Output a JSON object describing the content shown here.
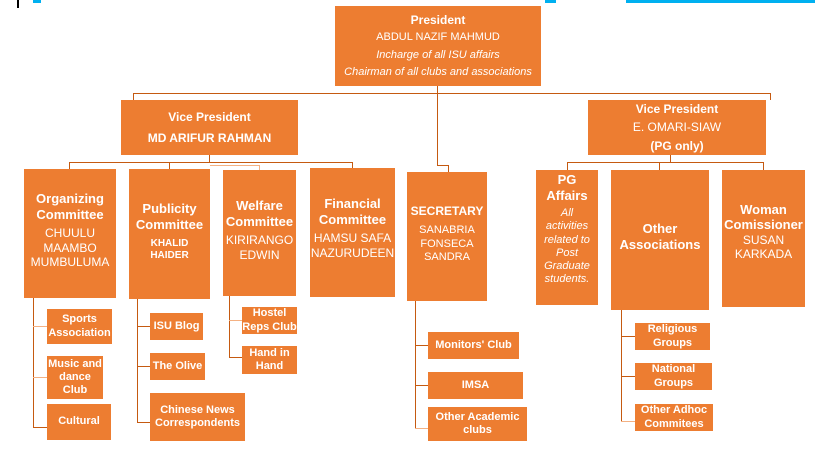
{
  "header_fragments": {
    "left_color": "#00b0f0",
    "right_color": "#00b0f0"
  },
  "colors": {
    "box": "#ed7d31",
    "connector": "#c55a11",
    "text": "#ffffff"
  },
  "president": {
    "title": "President",
    "name": "ABDUL NAZIF MAHMUD",
    "line1": "Incharge of  all ISU affairs",
    "line2": "Chairman of all clubs and associations"
  },
  "vp1": {
    "title": "Vice President",
    "name": "MD ARIFUR RAHMAN"
  },
  "vp2": {
    "title": "Vice President",
    "name": "E. OMARI-SIAW",
    "note": "(PG only)"
  },
  "committees": {
    "organizing": {
      "title": "Organizing Committee",
      "name": "CHUULU MAAMBO MUMBULUMA",
      "children": [
        "Sports Association",
        "Music and dance Club",
        "Cultural"
      ]
    },
    "publicity": {
      "title": "Publicity Committee",
      "name": "KHALID HAIDER",
      "children": [
        "ISU Blog",
        "The Olive",
        "Chinese News Correspondents"
      ]
    },
    "welfare": {
      "title": "Welfare Committee",
      "name": "KIRIRANGO EDWIN",
      "children": [
        "Hostel Reps Club",
        "Hand in Hand"
      ]
    },
    "financial": {
      "title": "Financial Committee",
      "name": "HAMSU SAFA NAZURUDEEN"
    }
  },
  "secretary": {
    "title": "SECRETARY",
    "name": "SANABRIA FONSECA SANDRA",
    "children": [
      "Monitors' Club",
      "IMSA",
      "Other Academic clubs"
    ]
  },
  "pg_affairs": {
    "title": "PG Affairs",
    "desc": "All activities related to Post Graduate students."
  },
  "other_associations": {
    "title": "Other Associations",
    "children": [
      "Religious Groups",
      "National Groups",
      "Other Adhoc Commitees"
    ]
  },
  "woman_commissioner": {
    "title": "Woman Comissioner",
    "name": "SUSAN KARKADA"
  }
}
